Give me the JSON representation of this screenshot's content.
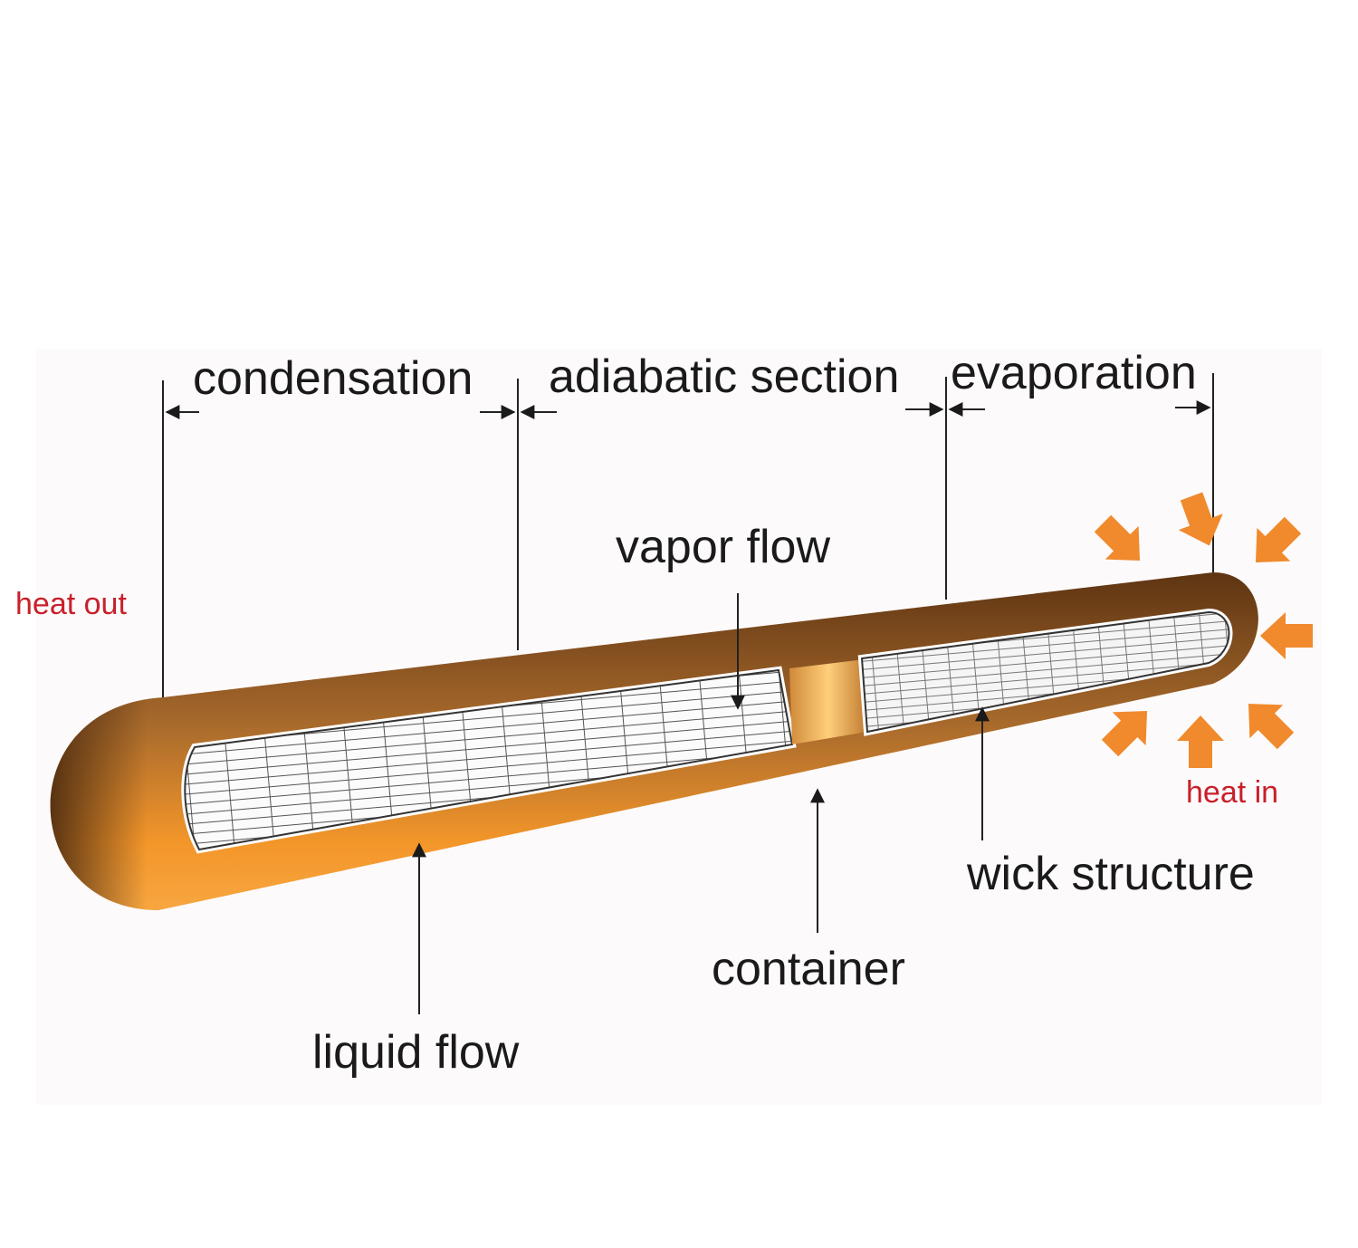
{
  "sections": {
    "condensation": "condensation",
    "adiabatic": "adiabatic section",
    "evaporation": "evaporation"
  },
  "labels": {
    "vapor_flow": "vapor flow",
    "heat_out": "heat out",
    "heat_in": "heat in",
    "wick_structure": "wick structure",
    "container": "container",
    "liquid_flow": "liquid flow"
  },
  "colors": {
    "container_dark": "#6b3a12",
    "container_mid": "#c98a3a",
    "container_light": "#f59a2a",
    "heat_arrow": "#f08a2c",
    "heat_text": "#c8202a"
  }
}
